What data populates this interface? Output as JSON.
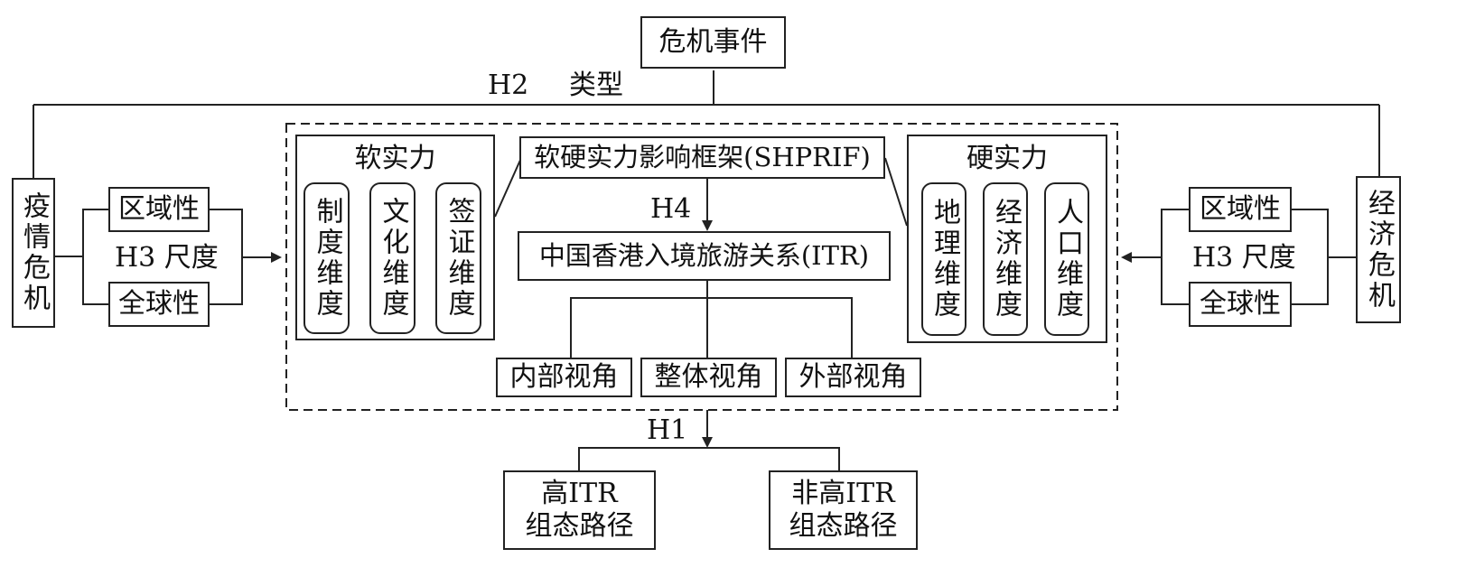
{
  "crisis_event": "危机事件",
  "h2_label": "H2",
  "type_label": "类型",
  "epidemic_crisis": "疫情危机",
  "economic_crisis": "经济危机",
  "left_regional": "区域性",
  "left_global": "全球性",
  "left_scale": "H3 尺度",
  "right_regional": "区域性",
  "right_global": "全球性",
  "right_scale": "H3 尺度",
  "soft_power": {
    "title": "软实力",
    "dims": [
      "制度维度",
      "文化维度",
      "签证维度"
    ]
  },
  "hard_power": {
    "title": "硬实力",
    "dims": [
      "地理维度",
      "经济维度",
      "人口维度"
    ]
  },
  "framework": "软硬实力影响框架(SHPRIF)",
  "h4_label": "H4",
  "itr": "中国香港入境旅游关系(ITR)",
  "perspectives": [
    "内部视角",
    "整体视角",
    "外部视角"
  ],
  "h1_label": "H1",
  "high_itr": [
    "高ITR",
    "组态路径"
  ],
  "non_high_itr": [
    "非高ITR",
    "组态路径"
  ]
}
